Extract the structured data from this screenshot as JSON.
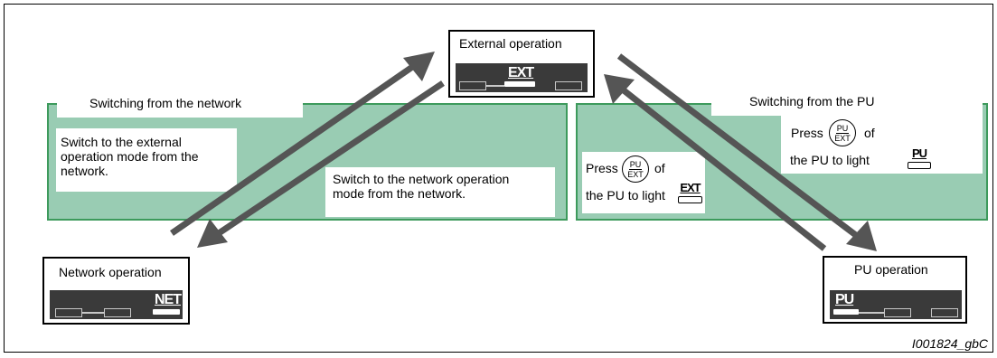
{
  "modes": {
    "external": {
      "title": "External operation",
      "led": "EXT"
    },
    "network": {
      "title": "Network operation",
      "led": "NET"
    },
    "pu": {
      "title": "PU operation",
      "led": "PU"
    }
  },
  "network_section": {
    "header": "Switching from the network",
    "to_external": "Switch to the external operation mode from the network.",
    "to_network": "Switch to the network operation mode from the network."
  },
  "pu_section": {
    "header": "Switching from the PU",
    "to_external": {
      "press": "Press",
      "of": "of",
      "light": "the PU to light",
      "led": "EXT"
    },
    "to_pu": {
      "press": "Press",
      "of": "of",
      "light": "the PU to light",
      "led": "PU"
    },
    "key": {
      "top": "PU",
      "bottom": "EXT"
    }
  },
  "caption": "I001824_gbC",
  "colors": {
    "panel_fill": "#99ccb3",
    "panel_border": "#3d9a5c",
    "arrow": "#555555",
    "display": "#3a3a3a"
  }
}
